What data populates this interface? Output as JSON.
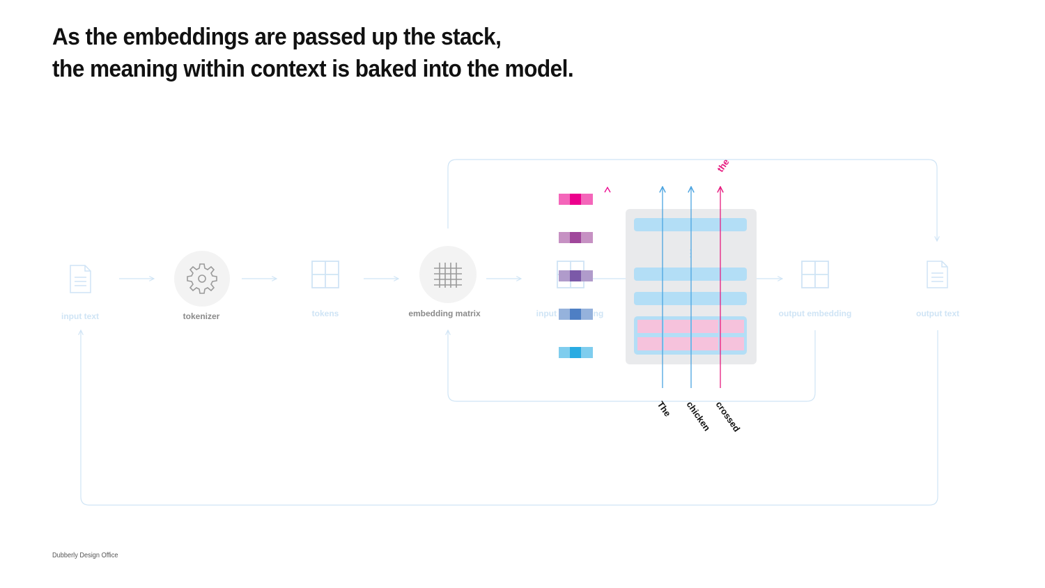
{
  "title": {
    "line1": "As the embeddings are passed up the stack,",
    "line2": "the meaning within context is baked into the model."
  },
  "pipeline": [
    {
      "label": "input text",
      "icon": "document-icon"
    },
    {
      "label": "tokenizer",
      "icon": "gear-icon"
    },
    {
      "label": "tokens",
      "icon": "grid-icon"
    },
    {
      "label": "embedding matrix",
      "icon": "hash-grid-icon"
    },
    {
      "label": "input embedding",
      "icon": "grid-icon"
    },
    {
      "label": "output embedding",
      "icon": "grid-icon"
    },
    {
      "label": "output text",
      "icon": "document-icon"
    }
  ],
  "input_words": [
    "The",
    "chicken",
    "crossed"
  ],
  "predicted_word": "the",
  "embedding_colors": [
    "#ec008c",
    "#a0479b",
    "#7b59a8",
    "#4e7fc4",
    "#29abe2"
  ],
  "colors": {
    "flow_line": "#cfe4f5",
    "blue_arrow": "#4aa3e0",
    "pink_arrow": "#e6197e",
    "stack_panel": "#e9eaec",
    "stack_bar": "#b3def6",
    "stack_pink": "#f6c2dc"
  },
  "credit": "Dubberly Design Office"
}
